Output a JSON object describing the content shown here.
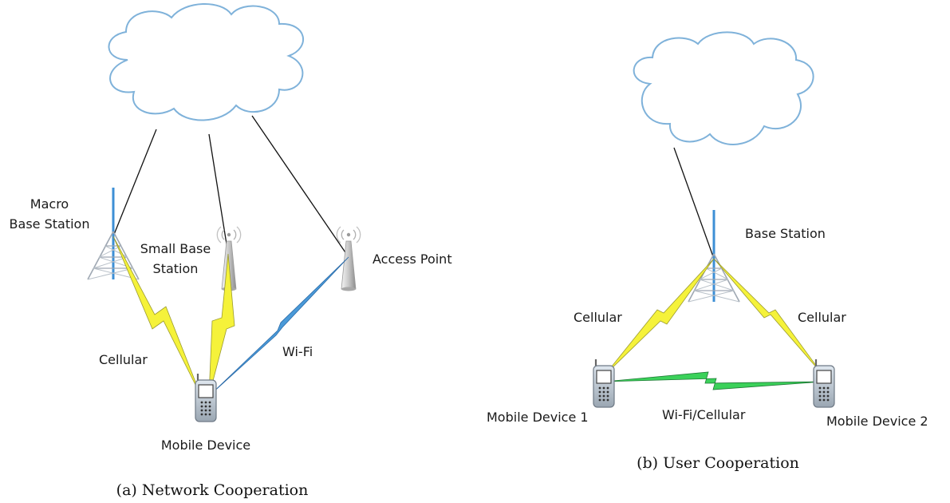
{
  "panel_a": {
    "labels": {
      "macro_line1": "Macro",
      "macro_line2": "Base Station",
      "small_line1": "Small Base",
      "small_line2": "Station",
      "access_point": "Access Point",
      "cellular": "Cellular",
      "wifi": "Wi-Fi",
      "mobile_device": "Mobile Device"
    },
    "caption": "(a) Network Cooperation"
  },
  "panel_b": {
    "labels": {
      "base_station": "Base Station",
      "cellular_left": "Cellular",
      "cellular_right": "Cellular",
      "mobile_device_1": "Mobile Device 1",
      "mobile_device_2": "Mobile Device 2",
      "link_label": "Wi-Fi/Cellular"
    },
    "caption": "(b) User Cooperation"
  },
  "colors": {
    "cloud_stroke": "#7fb2da",
    "cloud_fill": "#ffffff",
    "cellular_bolt": "#f5f23a",
    "wifi_bolt": "#4a9ad8",
    "d2d_bolt": "#3bd15a",
    "tower": "#9fa8b3",
    "tower_mast": "#3d8fd6"
  }
}
